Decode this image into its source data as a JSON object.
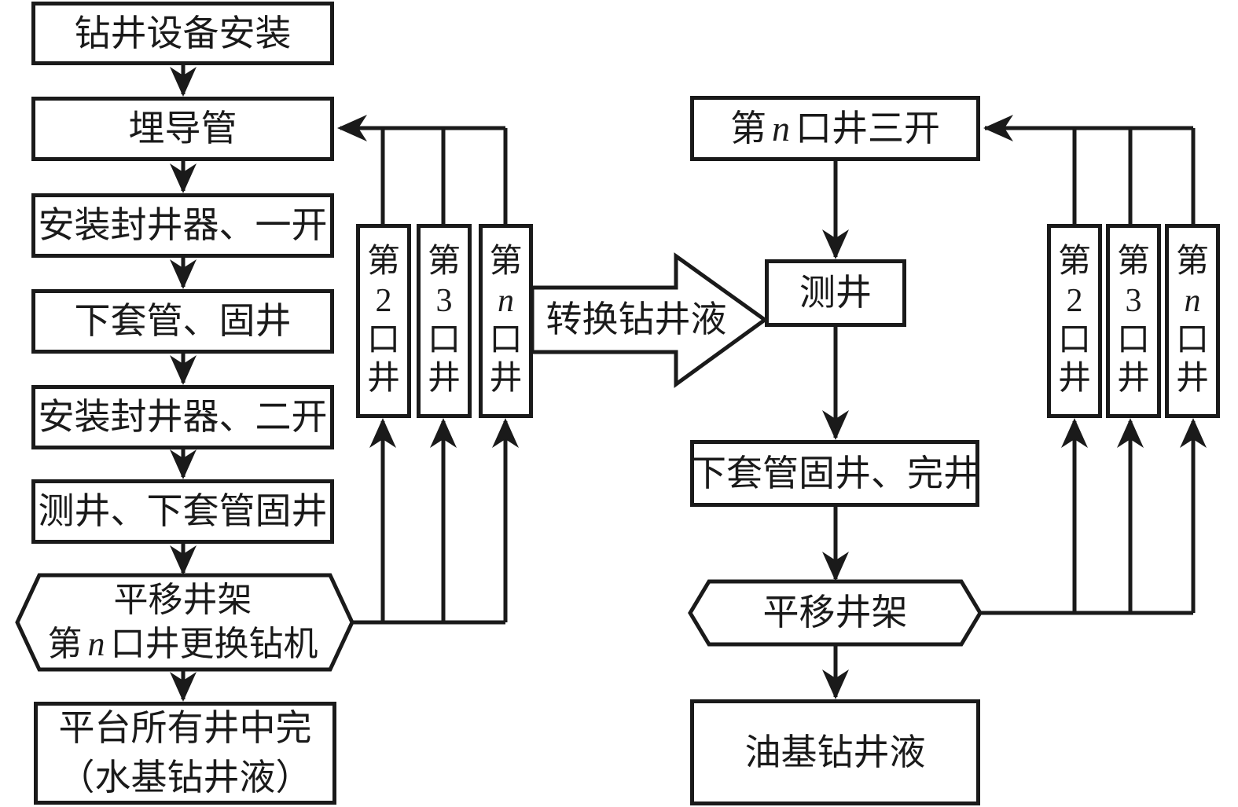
{
  "diagram": {
    "colors": {
      "line": "#1a1a1a",
      "background": "#ffffff"
    },
    "left_flow": {
      "step1": "钻井设备安装",
      "step2": "埋导管",
      "step3": "安装封井器、一开",
      "step4": "下套管、固井",
      "step5": "安装封井器、二开",
      "step6": "测井、下套管固井"
    },
    "left_hexagon": {
      "line1": "平移井架",
      "line2_pre": "第",
      "line2_var": "n",
      "line2_post": "口井更换钻机"
    },
    "left_final": {
      "line1": "平台所有井中完",
      "line2": "（水基钻井液）"
    },
    "wells_left": [
      {
        "c0": "第",
        "c1": "2",
        "c2": "口",
        "c3": "井"
      },
      {
        "c0": "第",
        "c1": "3",
        "c2": "口",
        "c3": "井"
      },
      {
        "c0": "第",
        "c1": "n",
        "c2": "口",
        "c3": "井"
      }
    ],
    "transition_arrow": {
      "label": "转换钻井液"
    },
    "right_flow": {
      "top_pre": "第",
      "top_var": "n",
      "top_post": "口井三开",
      "logging": "测井",
      "casing_completion": "下套管固井、完井",
      "hexagon": "平移井架",
      "final": "油基钻井液"
    },
    "wells_right": [
      {
        "c0": "第",
        "c1": "2",
        "c2": "口",
        "c3": "井"
      },
      {
        "c0": "第",
        "c1": "3",
        "c2": "口",
        "c3": "井"
      },
      {
        "c0": "第",
        "c1": "n",
        "c2": "口",
        "c3": "井"
      }
    ]
  }
}
